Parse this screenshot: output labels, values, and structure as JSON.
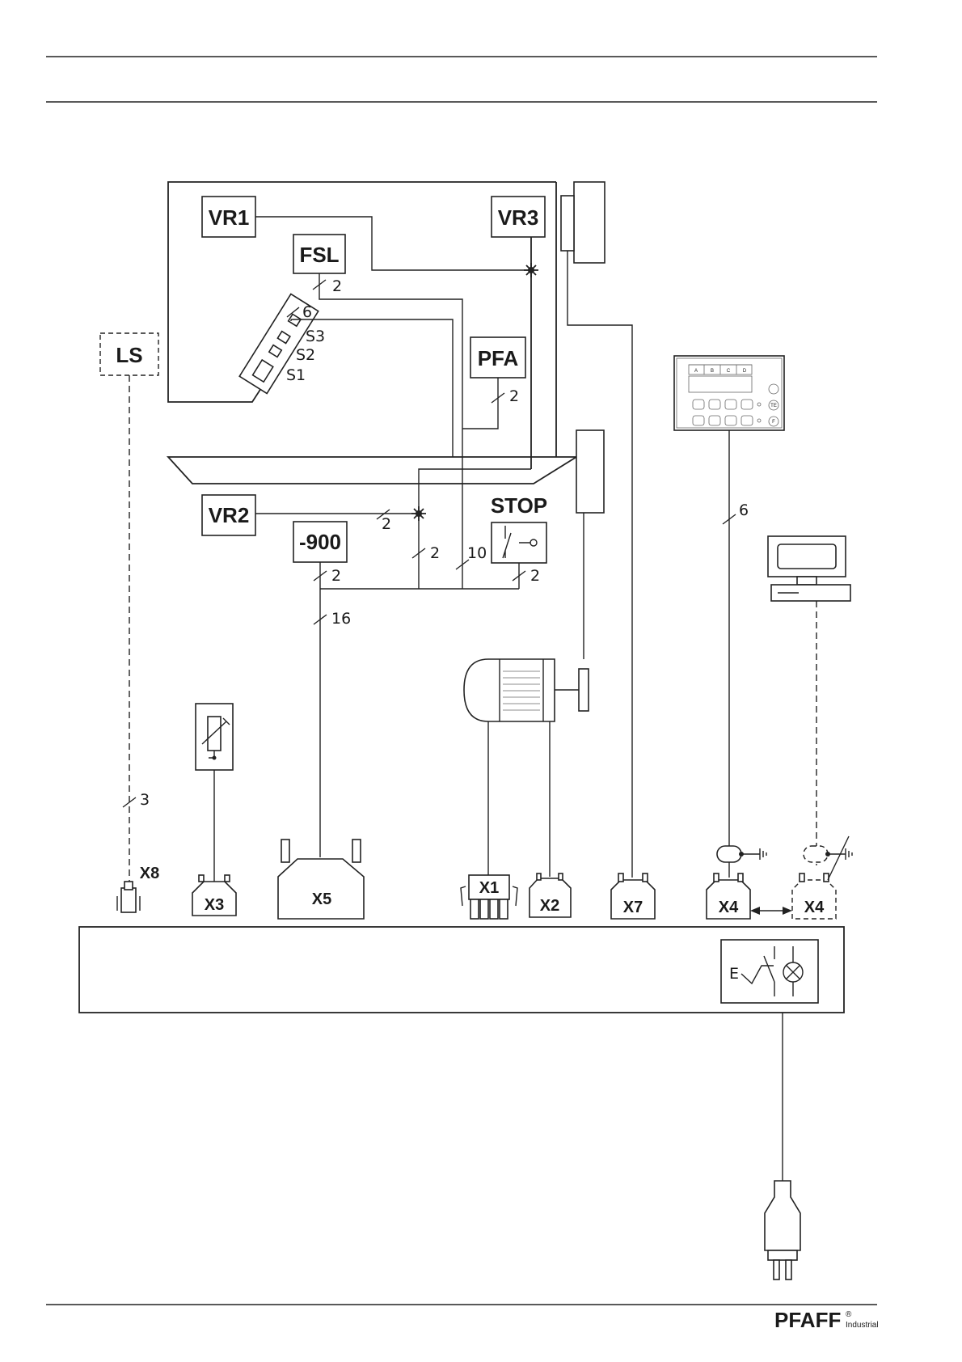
{
  "components": {
    "vr1": "VR1",
    "vr2": "VR2",
    "vr3": "VR3",
    "fsl": "FSL",
    "pfa": "PFA",
    "stop": "STOP",
    "m900": "-900",
    "ls": "LS",
    "s1": "S1",
    "s2": "S2",
    "s3": "S3"
  },
  "wire_counts": {
    "fsl": "2",
    "switches": "6",
    "pfa": "2",
    "vr2": "2",
    "vr2_down": "2",
    "junction": "2",
    "ten": "10",
    "m900": "2",
    "stop": "2",
    "main": "16",
    "panel": "6",
    "ls": "3"
  },
  "connectors": [
    "X8",
    "X3",
    "X5",
    "X1",
    "X2",
    "X7",
    "X4",
    "X4"
  ],
  "control_panel": {
    "columns": [
      "A",
      "B",
      "C",
      "D"
    ],
    "side_keys": [
      "",
      "TE",
      "F"
    ]
  },
  "control_box": {
    "switch_symbol_label": "E"
  },
  "footer": {
    "brand": "PFAFF",
    "registered": "®",
    "brand_sub": "Industrial"
  }
}
